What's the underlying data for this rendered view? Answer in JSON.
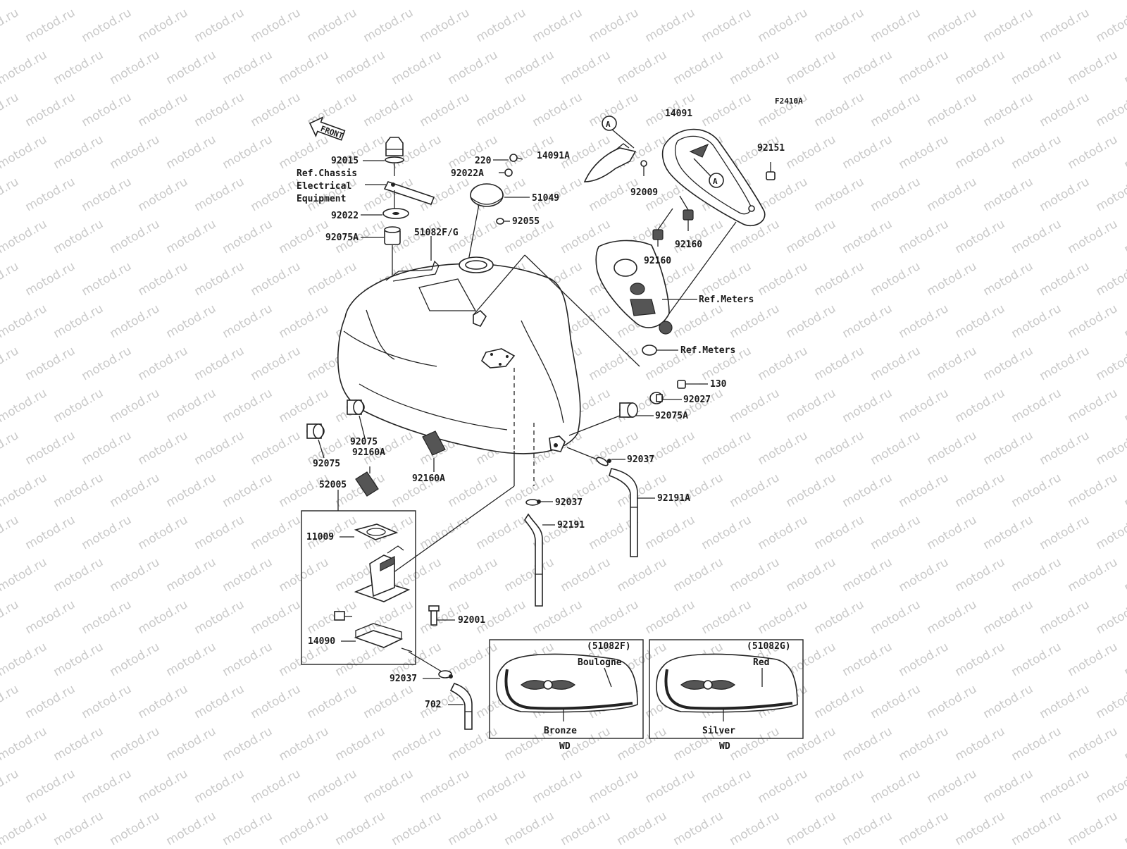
{
  "diagram": {
    "figure_id": "F2410A",
    "front_label": "FRONT",
    "watermark": "motod.ru",
    "labels": {
      "p92015": "92015",
      "ref_chassis_1": "Ref.Chassis",
      "ref_chassis_2": "Electrical",
      "ref_chassis_3": "Equipment",
      "p92022": "92022",
      "p92075A_top": "92075A",
      "p220": "220",
      "p92022A": "92022A",
      "p51049": "51049",
      "p92055": "92055",
      "p51082FG": "51082F/G",
      "p14091A": "14091A",
      "p14091": "14091",
      "p92009": "92009",
      "p92151": "92151",
      "p92160_a": "92160",
      "p92160_b": "92160",
      "ref_meters_1": "Ref.Meters",
      "ref_meters_2": "Ref.Meters",
      "p130": "130",
      "p92027": "92027",
      "p92075A_r": "92075A",
      "p92037_r": "92037",
      "p92191A": "92191A",
      "p92037_m": "92037",
      "p92191": "92191",
      "p92075_a": "92075",
      "p92160A_a": "92160A",
      "p92075_b": "92075",
      "p92160A_b": "92160A",
      "p52005": "52005",
      "p11009": "11009",
      "p92001": "92001",
      "p14090": "14090",
      "p92037_b": "92037",
      "p702": "702",
      "callout_a": "A",
      "inset1_code": "(51082F)",
      "inset1_color": "Boulogne",
      "inset1_bottom": "Bronze",
      "inset1_wd": "WD",
      "inset2_code": "(51082G)",
      "inset2_color": "Red",
      "inset2_bottom": "Silver",
      "inset2_wd": "WD"
    }
  }
}
